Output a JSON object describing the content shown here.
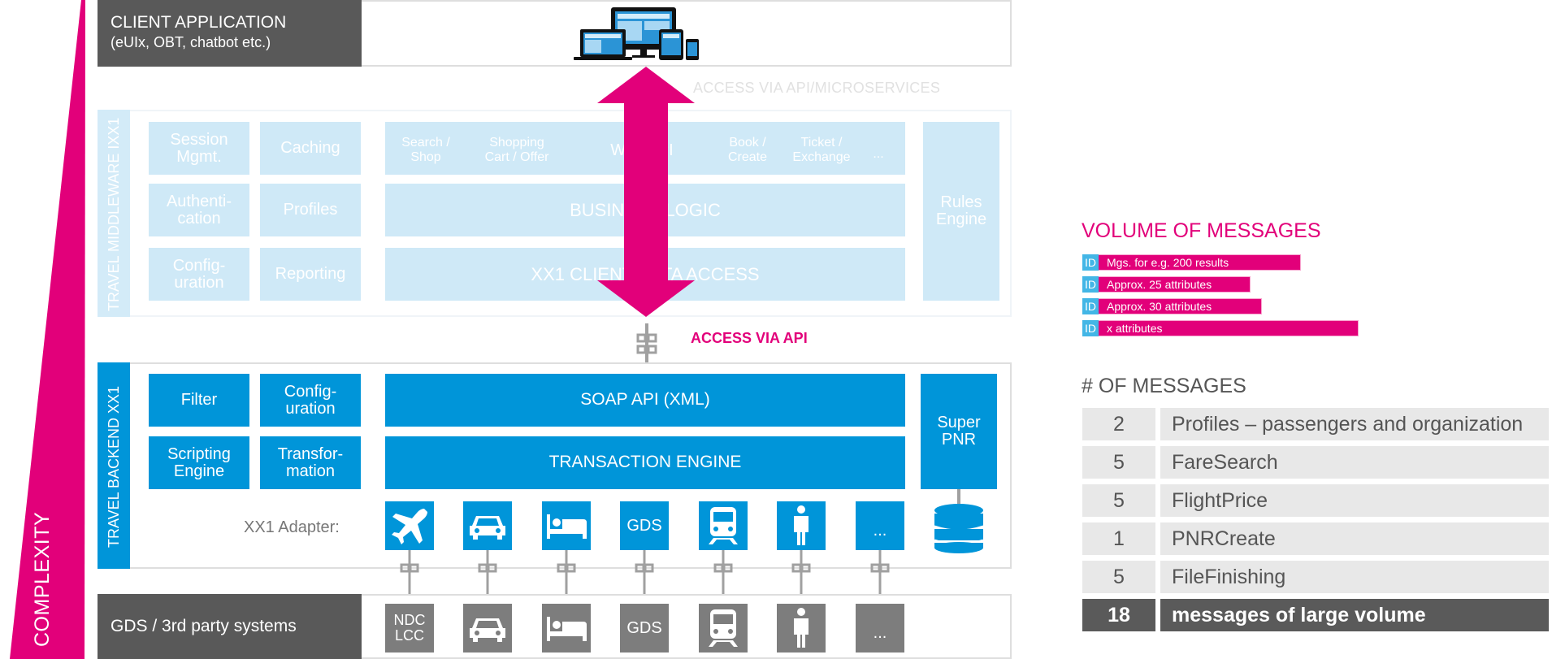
{
  "complexity": {
    "label": "COMPLEXITY"
  },
  "client": {
    "title": "CLIENT APPLICATION",
    "subtitle": "(eUIx, OBT, chatbot etc.)",
    "devices_icon": "devices-icon"
  },
  "access_top": "ACCESS VIA API/MICROSERVICES",
  "access_api": "ACCESS VIA API",
  "middleware": {
    "label": "TRAVEL MIDDLEWARE IXX1",
    "col1": [
      "Session Mgmt.",
      "Authenti-cation",
      "Config-uration"
    ],
    "col1_lines": [
      [
        "Session",
        "Mgmt."
      ],
      [
        "Authenti-",
        "cation"
      ],
      [
        "Config-",
        "uration"
      ]
    ],
    "col2": [
      "Caching",
      "Profiles",
      "Reporting"
    ],
    "api_items": [
      [
        "Search /",
        "Shop"
      ],
      [
        "Shopping",
        "Cart / Offer"
      ],
      [
        "Web API"
      ],
      [
        "Book /",
        "Create"
      ],
      [
        "Ticket /",
        "Exchange"
      ],
      [
        "..."
      ]
    ],
    "business_logic": "BUSINESS LOGIC",
    "data_access": "XX1 CLIENT DATA ACCESS",
    "rules_engine": [
      "Rules",
      "Engine"
    ]
  },
  "backend": {
    "label": "TRAVEL BACKEND XX1",
    "col1": [
      [
        "Filter"
      ],
      [
        "Scripting",
        "Engine"
      ]
    ],
    "col2": [
      [
        "Config-",
        "uration"
      ],
      [
        "Transfor-",
        "mation"
      ]
    ],
    "soap_api": "SOAP API (XML)",
    "transaction_engine": "TRANSACTION ENGINE",
    "super_pnr": [
      "Super",
      "PNR"
    ],
    "adapter_label": "XX1 Adapter:",
    "adapters": [
      {
        "icon": "airplane-icon"
      },
      {
        "icon": "car-icon"
      },
      {
        "icon": "hotel-bed-icon"
      },
      {
        "text": "GDS"
      },
      {
        "icon": "train-icon"
      },
      {
        "icon": "person-icon"
      },
      {
        "text": "..."
      }
    ]
  },
  "gds": {
    "title": "GDS / 3rd party systems",
    "systems": [
      {
        "text": [
          "NDC",
          "LCC"
        ]
      },
      {
        "icon": "car-icon"
      },
      {
        "icon": "hotel-bed-icon"
      },
      {
        "text": [
          "GDS"
        ]
      },
      {
        "icon": "train-icon"
      },
      {
        "icon": "person-icon"
      },
      {
        "text": [
          "..."
        ]
      }
    ]
  },
  "volume": {
    "title": "VOLUME OF MESSAGES",
    "bars": [
      {
        "id": "ID",
        "label": "Mgs. for e.g. 200 results",
        "value": 0.79
      },
      {
        "id": "ID",
        "label": "Approx. 25 attributes",
        "value": 0.61
      },
      {
        "id": "ID",
        "label": "Approx. 30 attributes",
        "value": 0.65
      },
      {
        "id": "ID",
        "label": "x attributes",
        "value": 1.0
      }
    ]
  },
  "messages": {
    "title": "# OF MESSAGES",
    "rows": [
      {
        "count": "2",
        "label": "Profiles – passengers and organization"
      },
      {
        "count": "5",
        "label": "FareSearch"
      },
      {
        "count": "5",
        "label": "FlightPrice"
      },
      {
        "count": "1",
        "label": "PNRCreate"
      },
      {
        "count": "5",
        "label": "FileFinishing"
      }
    ],
    "total": {
      "count": "18",
      "label": "messages of large volume"
    }
  },
  "colors": {
    "magenta": "#e2007a",
    "blue": "#0095d9",
    "light_blue": "#cfe9f7",
    "dark_gray": "#595959",
    "gray": "#7d7d7d"
  }
}
